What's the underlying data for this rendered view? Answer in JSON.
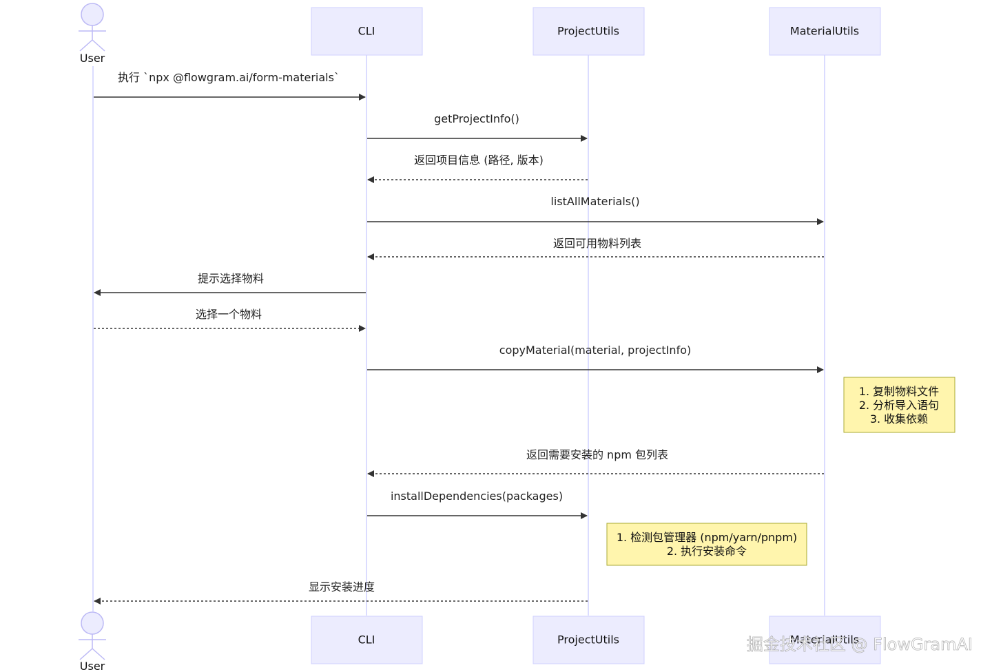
{
  "participants": [
    {
      "id": "user",
      "label": "User",
      "kind": "actor"
    },
    {
      "id": "cli",
      "label": "CLI",
      "kind": "box"
    },
    {
      "id": "project",
      "label": "ProjectUtils",
      "kind": "box"
    },
    {
      "id": "material",
      "label": "MaterialUtils",
      "kind": "box"
    }
  ],
  "messages": [
    {
      "from": "user",
      "to": "cli",
      "label": "执行 `npx @flowgram.ai/form-materials`",
      "dashed": false
    },
    {
      "from": "cli",
      "to": "project",
      "label": "getProjectInfo()",
      "dashed": false
    },
    {
      "from": "project",
      "to": "cli",
      "label": "返回项目信息 (路径, 版本)",
      "dashed": true
    },
    {
      "from": "cli",
      "to": "material",
      "label": "listAllMaterials()",
      "dashed": false
    },
    {
      "from": "material",
      "to": "cli",
      "label": "返回可用物料列表",
      "dashed": true
    },
    {
      "from": "cli",
      "to": "user",
      "label": "提示选择物料",
      "dashed": false
    },
    {
      "from": "user",
      "to": "cli",
      "label": "选择一个物料",
      "dashed": true
    },
    {
      "from": "cli",
      "to": "material",
      "label": "copyMaterial(material, projectInfo)",
      "dashed": false
    },
    {
      "from": "material",
      "to": "cli",
      "label": "返回需要安装的 npm 包列表",
      "dashed": true
    },
    {
      "from": "cli",
      "to": "project",
      "label": "installDependencies(packages)",
      "dashed": false
    },
    {
      "from": "project",
      "to": "user",
      "label": "显示安装进度",
      "dashed": true
    }
  ],
  "notes": [
    {
      "over": "material",
      "lines": [
        "1. 复制物料文件",
        "2. 分析导入语句",
        "3. 收集依赖"
      ]
    },
    {
      "over": "project",
      "lines": [
        "1. 检测包管理器 (npm/yarn/pnpm)",
        "2. 执行安装命令"
      ]
    }
  ],
  "watermark": "掘金技术社区 @ FlowGramAI",
  "colors": {
    "actor_fill": "#ececfe",
    "actor_stroke": "#cfd0ff",
    "lifeline": "#cfd0ff",
    "arrow": "#333333",
    "note_fill": "#fff5ad",
    "note_stroke": "#aaaa33"
  }
}
